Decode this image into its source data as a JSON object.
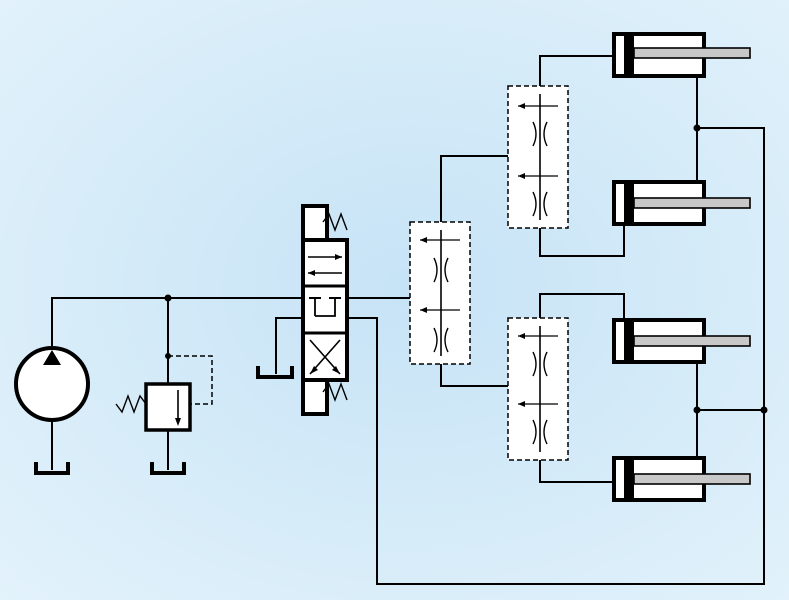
{
  "diagram": {
    "kind": "hydraulic-circuit",
    "background_color": "#d3eaf8",
    "line_color": "#000000",
    "rod_color": "#c8c8c8",
    "components": [
      "pump",
      "pressure-relief-valve",
      "directional-control-valve-4-3",
      "flow-divider-main",
      "flow-divider-upper",
      "flow-divider-lower",
      "cylinder-1",
      "cylinder-2",
      "cylinder-3",
      "cylinder-4",
      "tank-pump",
      "tank-relief",
      "tank-valve"
    ]
  }
}
